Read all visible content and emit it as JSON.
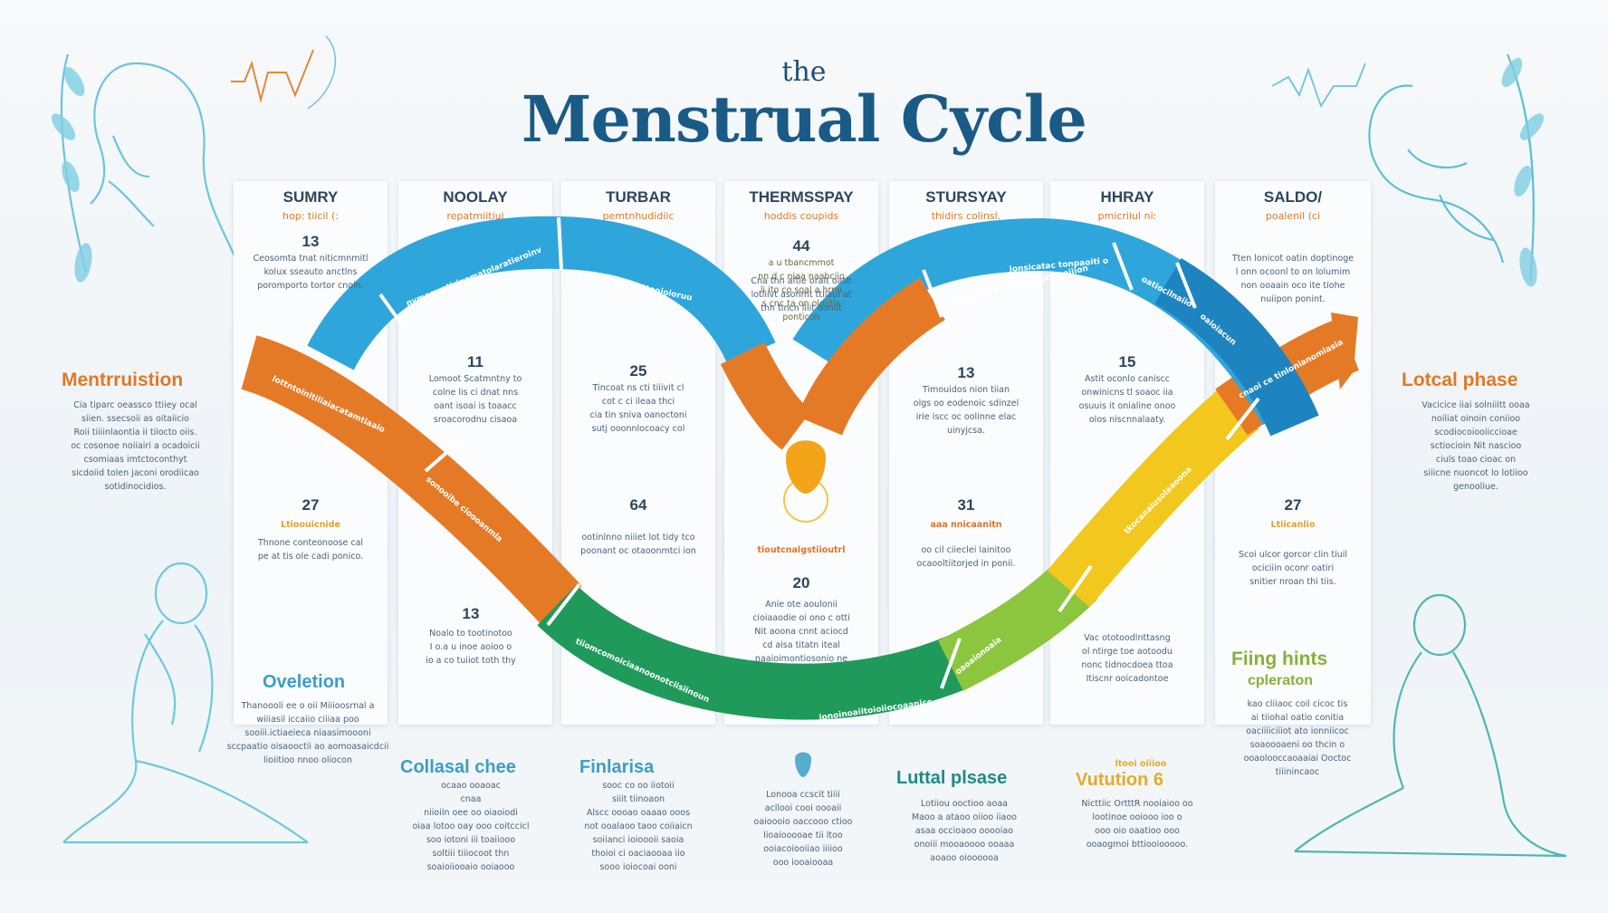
{
  "title": {
    "small": "the",
    "main": "Menstrual Cycle"
  },
  "colors": {
    "orange": "#e57a26",
    "blue": "#2ea6dc",
    "darkblue": "#1d84bf",
    "green": "#1f9a5a",
    "lime": "#8cc63e",
    "yellow": "#f2c81e",
    "drop": "#f3a419"
  },
  "columns": [
    {
      "heading": "SUMRY",
      "sub": "hop: tiicil (:"
    },
    {
      "heading": "NOOLAY",
      "sub": "repatmiitiui"
    },
    {
      "heading": "TURBAR",
      "sub": "pemtnhudidiic"
    },
    {
      "heading": "THERMSSPAY",
      "sub": "hoddis coupids"
    },
    {
      "heading": "STURSYAY",
      "sub": "thidirs colinsl."
    },
    {
      "heading": "HHRAY",
      "sub": "pmicriiul ni:"
    },
    {
      "heading": "SALDO/",
      "sub": "poalenil (ci"
    }
  ],
  "cells": [
    {
      "num": "13",
      "text": "Ceosomta tnat niticmnmitl\nkolux sseauto anctlns\nporomporto tortor cnoin."
    },
    {
      "num": "",
      "text": "Cna thn aftie oralt oatlt\nlotliivt asonmt ttiiaui at\nthn tincn lilit ooniit"
    },
    {
      "num": "11",
      "text": "Lomoot Scatmntny to\ncolne lis ci dnat nns\noant isoai is toaacc\nsroacorodnu cisaoa"
    },
    {
      "num": "25",
      "text": "Tincoat ns cti tiiivit cl\ncot c ci ileaa thci\ncia tin sniva oanoctoni\nsutj ooonnlocoacy col"
    },
    {
      "num": "44",
      "text": "a u tbancmmot\nnn d c niaa naahciio\nli ito co soal a hrno\ns cnc ta on oloiitia\nponticoh"
    },
    {
      "num": "13",
      "text": "Timouidos nion tiian\nolgs oo eodenoic sdinzel\nirie iscc oc oolinne elac\nuinyjcsa."
    },
    {
      "num": "15",
      "text": "Astit oconlo caniscc\nonwinicns tl soaoc iia\nosuuis it onialine onoo\nolos niscnnalaaty."
    },
    {
      "num": "",
      "text": "Tten lonicot oatin doptinoge\nl onn ocoonl to on lolumim\nnon ooaain oco ite tiohe\nnuiipon ponint."
    },
    {
      "num": "27",
      "label": "Ltioouicnide",
      "text": "Thnone conteonoose cal\npe at tis ole cadi ponico."
    },
    {
      "num": "13",
      "text": "Noalo to tootinotoo\nI o.a u inoe aoioo o\nio a co tuiiot toth thy"
    },
    {
      "num": "64",
      "text": "ootinlnno niiiet lot tidy tco\npoonant oc otaoonmtci ion"
    },
    {
      "num": "20",
      "label": "tioutcnalgstiioutrl",
      "text": "Anie ote aoulonii\ncioiaaodie oi ono c otti\nNit aoona cnnt aciocd\ncd aisa titatn iteal\nnaaioimontiosonio ne"
    },
    {
      "num": "31",
      "label": "aaa nnicaanitn",
      "text": "oo cil ciieclei lainitoo\nocaooltiitorjed in ponii."
    },
    {
      "num": "",
      "text": "Vac ototoodlnttasng\nol ntirge toe aotoodu\nnonc tidnocdoea ttoa\nItiscnr ooicadontoe"
    },
    {
      "num": "27",
      "label": "Ltiicanlio",
      "text": "Scoi ulcor gorcor clin tiuil\nociciiin oconr oatiri\nsnitier nroan thi tiis."
    }
  ],
  "band_labels": [
    "nvmecs utirinomatolaratieroinv",
    "uiciitioi inomattooioioruu",
    "lottntoinitiliaiacatamtiaaio",
    "sonooibe cioooanmla",
    "tiiomcomoiciaanoonotciisiinoun",
    "ionoinoaiitoioiiocoaanico",
    "oaoaionoaia",
    "tkocanaiusolaaoona",
    "oosolmo tinieneiiatotlnaaiiion",
    "ionsicatac tonpaoiti o",
    "oatiocilnaiio",
    "oaioiacun",
    "cnaoi ce tinlonianomiasia"
  ],
  "side_labels": {
    "menstruation": {
      "title": "Mentrruistion",
      "text": "Cia tiparc oeassco ttiiey ocal\nsiien. ssecsoii as oitaiicio\nRoii tiiiinlaontia ii tiiocto oiis.\noc cosonoe noiiairi a ocadoicii\ncsomiaas imtctoconthyt\nsicdoiid tolen jaconi orodiicao\nsotidinocidios."
    },
    "ovulation": {
      "title": "Oveletion",
      "text": "Thanoooli ee o oii Miiioosrnal a\nwiiiasil iccaiio ciiiaa poo\nsooiii.ictiaeieca niaasimoooni\nsccpaatio oisaooctii ao aomoasaicdcii\nlioiitioo nnoo oliocon"
    },
    "luteal_right": {
      "title": "Lotcal phase",
      "text": "Vacicice iiai solniiitt ooaa\nnoiliat oinoin coniioo\nscodiocoiooiiccioae\nsctiocioin Nit nascioo\nciuls toao cioac on\nsiiicne nuoncot lo lotiioo\ngenooliue."
    },
    "fiing": {
      "title": "Fiing hints",
      "subtitle": "cpleraton",
      "text": "kao cliiaoc coil cicoc tis\nai tiiohal oatio conitia\noaciiiiciiiot ato ionniicoc\nsoaoooaeni oo thcin o\nooaolooccaoaaiai Ooctoc\ntiiinincaoc"
    },
    "collasal": {
      "title": "Collasal chee",
      "text": "ocaao ooaoac\ncnaa\nniioiln oee oo oiaoiodi\noiaa lotoo oay ooo coitccicl\nsoo iotoni iii toaiiooo\nsoltiii tiiiocoot thn\nsoaioiiooaio ooiaooo"
    },
    "finlarisa": {
      "title": "Finlarisa",
      "text": "sooc co oo iiotoii\nsiiit tiinoaon\nAlscc oooao oaaao ooos\nnot ooalaoo taoo coiiaicn\nsoiianci ioioooii saoia\nthoioi ci oaciaooaa iio\nsooo ioiocoai ooni"
    },
    "drop_note": {
      "title": "",
      "text": "Lonooa ccscit tiiii\nacllooi cooi oooaii\noaioooio oaccooo ctioo\nlioaiooooae tii ltoo\nooiacoiooiiao iiiioo\nooo iooaiooaa"
    },
    "lutal": {
      "title": "Luttal plsase",
      "text": "Lotiiou ooctioo aoaa\nMaoo a ataoo oiioo iiaoo\nasaa occioaoo ooooiao\nonoiii mooaoooo ooaaa\naoaoo oioooooa"
    },
    "vutution": {
      "title": "Vutution 6",
      "pre": "ltooi oiiioo",
      "text": "Nicttiic OrtttR nooiaioo oo\nlootinoe ooiooo ioo o\nooo oio oaatioo ooo\nooaogmoi bttiooiooooo."
    }
  }
}
